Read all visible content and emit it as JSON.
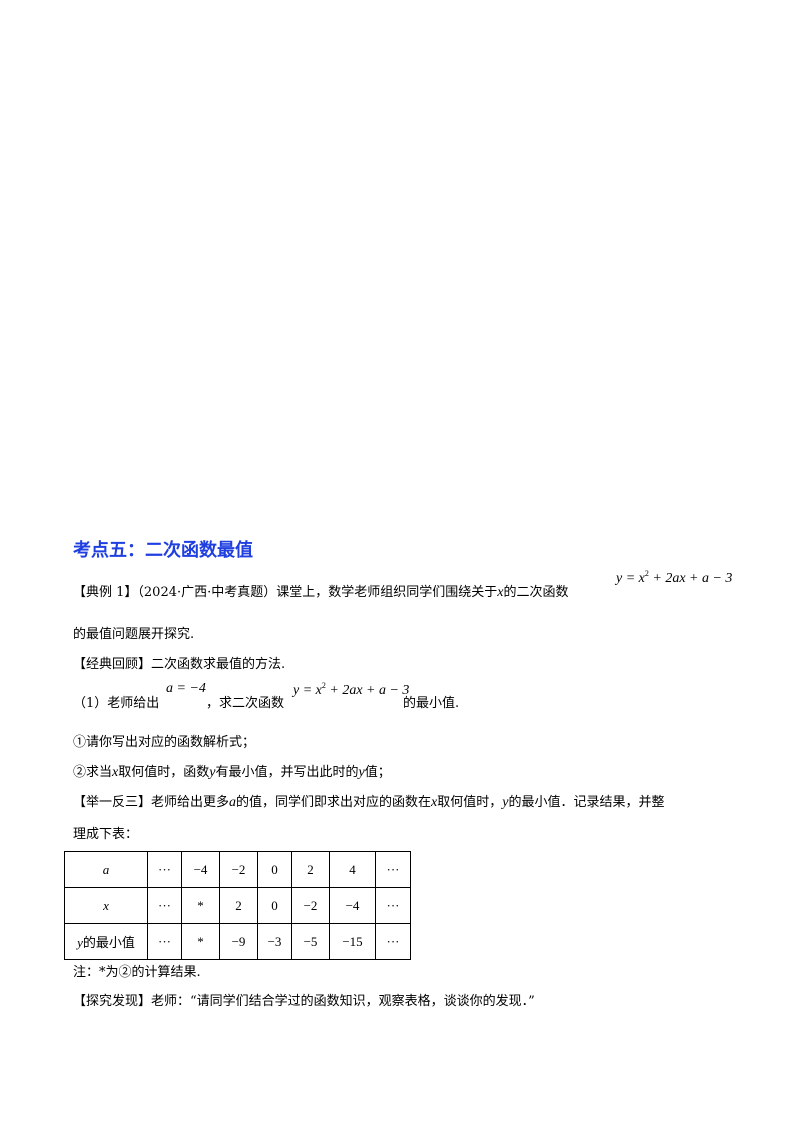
{
  "heading": "考点五：二次函数最值",
  "example": {
    "prefix": "【典例 1】（2024·广西·中考真题）课堂上，数学老师组织同学们围绕关于",
    "var_x": "x",
    "mid": "的二次函数",
    "formula": "y = x² + 2ax + a − 3",
    "line2": "的最值问题展开探究."
  },
  "review": {
    "title": "【经典回顾】二次函数求最值的方法.",
    "q1_prefix": "（1）老师给出",
    "q1_a": "a = −4",
    "q1_mid": "，求二次函数",
    "q1_formula": "y = x² + 2ax + a − 3",
    "q1_suffix": "的最小值."
  },
  "steps": {
    "s1": "①请你写出对应的函数解析式；",
    "s2_a": "②求当",
    "s2_x": "x",
    "s2_b": "取何值时，函数",
    "s2_y": "y",
    "s2_c": "有最小值，并写出此时的",
    "s2_y2": "y",
    "s2_d": "值；"
  },
  "extend": {
    "l1_a": "【举一反三】老师给出更多",
    "l1_var_a": "a",
    "l1_b": "的值，同学们即求出对应的函数在",
    "l1_var_x": "x",
    "l1_c": "取何值时，",
    "l1_var_y": "y",
    "l1_d": "的最小值．记录结果，并整",
    "l2": "理成下表："
  },
  "table": {
    "rows": [
      {
        "header": "a",
        "cells": [
          "···",
          "−4",
          "−2",
          "0",
          "2",
          "4",
          "···"
        ]
      },
      {
        "header": "x",
        "cells": [
          "···",
          "*",
          "2",
          "0",
          "−2",
          "−4",
          "···"
        ]
      },
      {
        "header_var": "y",
        "header_text": "的最小值",
        "cells": [
          "···",
          "*",
          "−9",
          "−3",
          "−5",
          "−15",
          "···"
        ]
      }
    ]
  },
  "note": "注：*为②的计算结果.",
  "discovery": {
    "label": "【探究发现】",
    "text": "老师：“请同学们结合学过的函数知识，观察表格，谈谈你的发现．”"
  }
}
